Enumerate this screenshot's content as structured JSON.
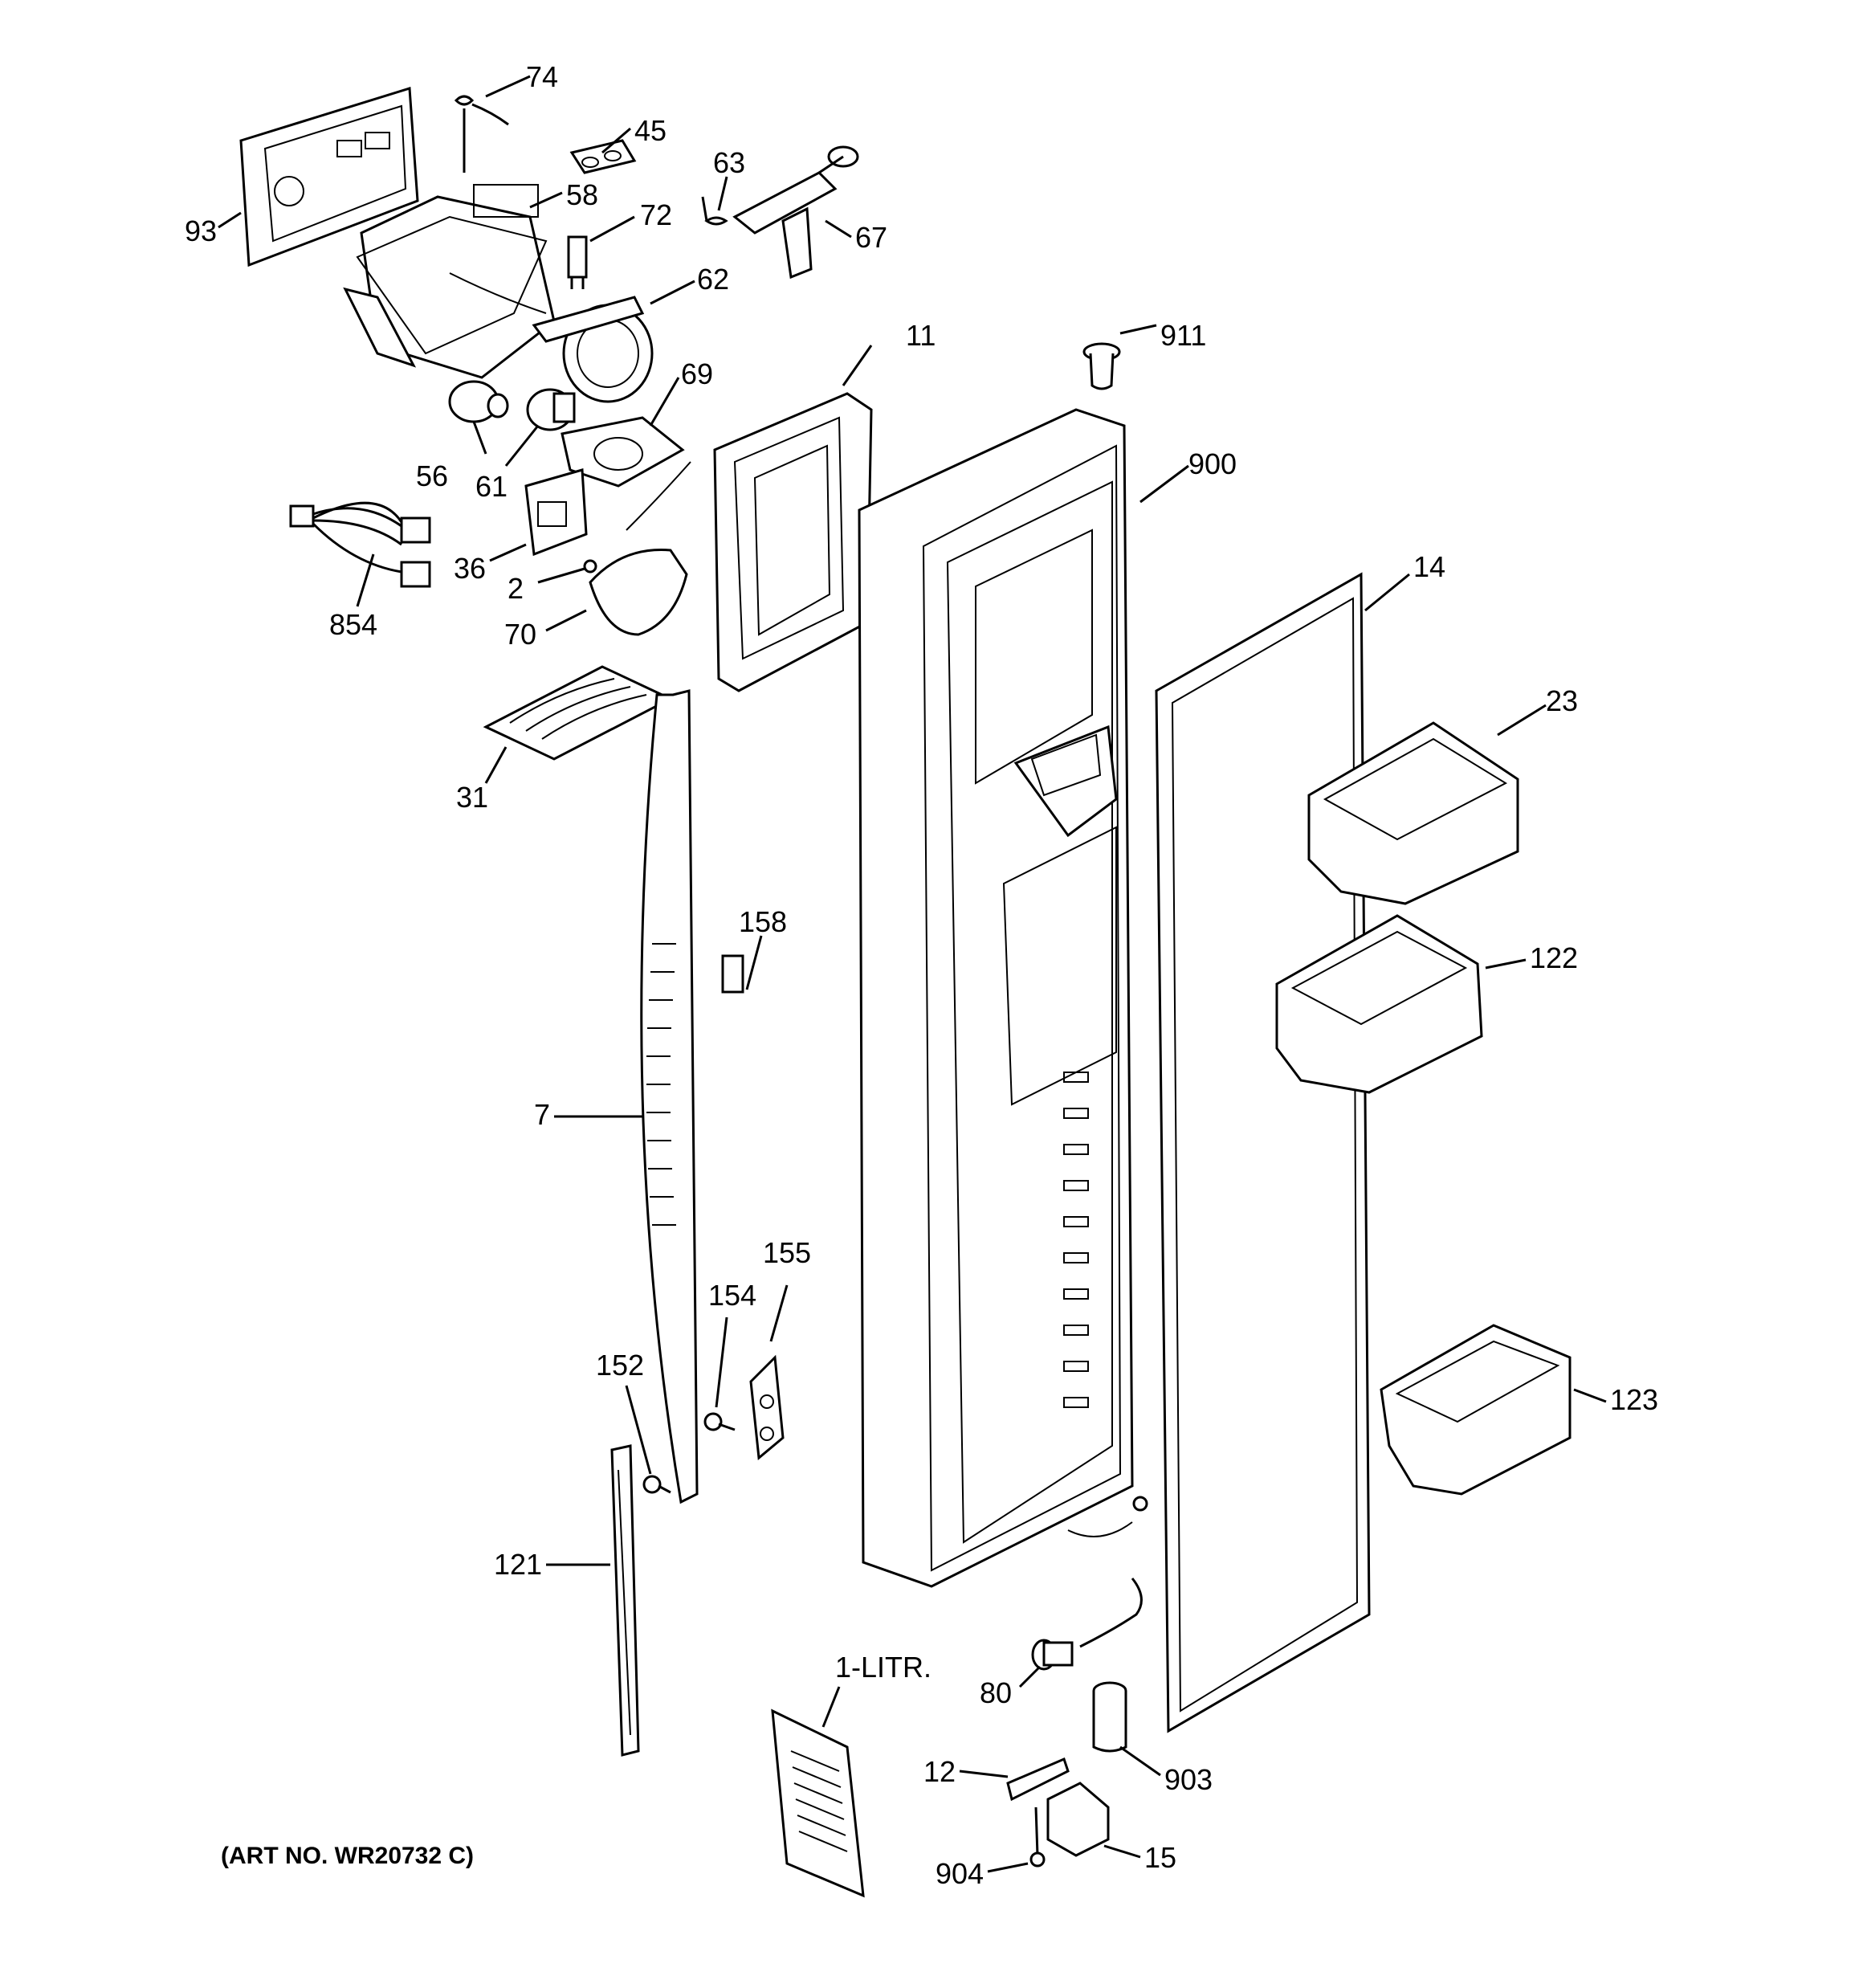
{
  "callouts": [
    {
      "id": "74"
    },
    {
      "id": "45"
    },
    {
      "id": "63"
    },
    {
      "id": "93"
    },
    {
      "id": "58"
    },
    {
      "id": "72"
    },
    {
      "id": "67"
    },
    {
      "id": "62"
    },
    {
      "id": "911"
    },
    {
      "id": "11"
    },
    {
      "id": "69"
    },
    {
      "id": "56"
    },
    {
      "id": "61"
    },
    {
      "id": "900"
    },
    {
      "id": "36"
    },
    {
      "id": "2"
    },
    {
      "id": "14"
    },
    {
      "id": "854"
    },
    {
      "id": "70"
    },
    {
      "id": "23"
    },
    {
      "id": "31"
    },
    {
      "id": "158"
    },
    {
      "id": "122"
    },
    {
      "id": "7"
    },
    {
      "id": "155"
    },
    {
      "id": "154"
    },
    {
      "id": "152"
    },
    {
      "id": "123"
    },
    {
      "id": "121"
    },
    {
      "id": "1-LITR."
    },
    {
      "id": "80"
    },
    {
      "id": "12"
    },
    {
      "id": "903"
    },
    {
      "id": "904"
    },
    {
      "id": "15"
    }
  ],
  "art_number": "(ART NO. WR20732 C)"
}
